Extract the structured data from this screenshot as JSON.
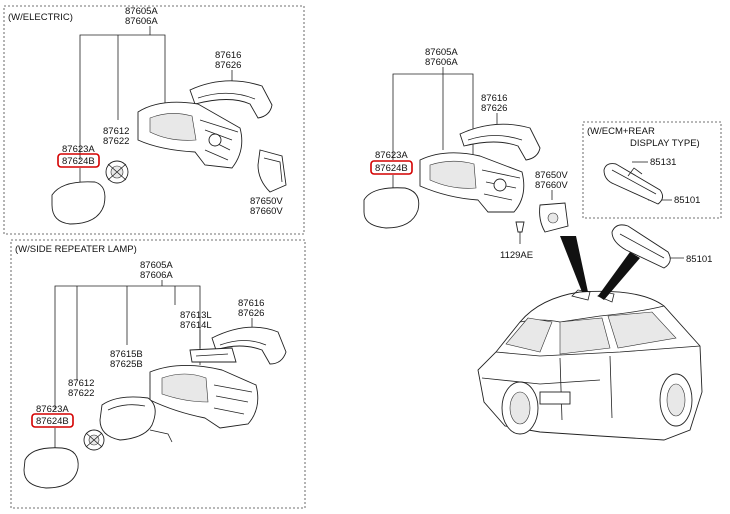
{
  "sections": {
    "electric": {
      "header": "(W/ELECTRIC)"
    },
    "side_repeater": {
      "header": "(W/SIDE REPEATER LAMP)"
    },
    "ecm": {
      "header_line1": "(W/ECM+REAR",
      "header_line2": "DISPLAY TYPE)"
    }
  },
  "labels": {
    "e_assy_a": "87605A",
    "e_assy_b": "87606A",
    "e_cover_a": "87616",
    "e_cover_b": "87626",
    "e_motor_a": "87612",
    "e_motor_b": "87622",
    "e_glass_a": "87623A",
    "e_glass_b": "87624B",
    "e_lamp_a": "87650V",
    "e_lamp_b": "87660V",
    "s_assy_a": "87605A",
    "s_assy_b": "87606A",
    "s_cover_a": "87616",
    "s_cover_b": "87626",
    "s_rep_a": "87613L",
    "s_rep_b": "87614L",
    "s_hous_a": "87615B",
    "s_hous_b": "87625B",
    "s_motor_a": "87612",
    "s_motor_b": "87622",
    "s_glass_a": "87623A",
    "s_glass_b": "87624B",
    "m_assy_a": "87605A",
    "m_assy_b": "87606A",
    "m_cover_a": "87616",
    "m_cover_b": "87626",
    "m_glass_a": "87623A",
    "m_glass_b": "87624B",
    "m_lamp_a": "87650V",
    "m_lamp_b": "87660V",
    "m_screw": "1129AE",
    "ecm_wire": "85131",
    "ecm_mirror": "85101",
    "room_mirror": "85101"
  }
}
